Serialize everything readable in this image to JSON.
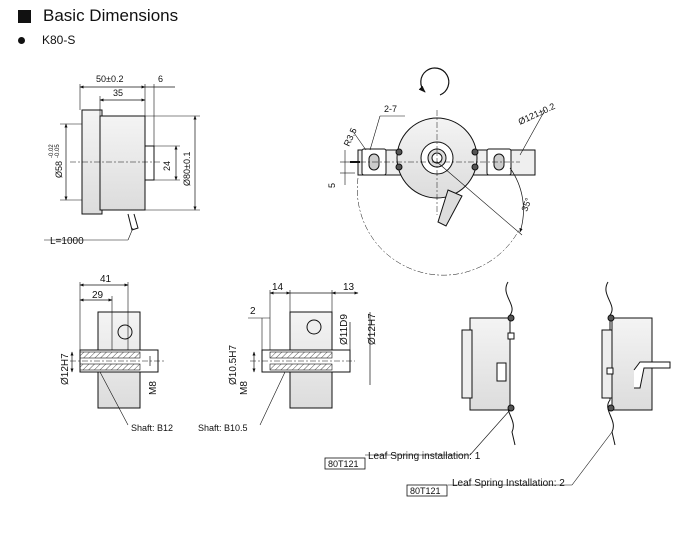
{
  "header": {
    "title": "Basic Dimensions",
    "model": "K80-S"
  },
  "side_view": {
    "dim_total": "50±0.2",
    "dim_flange": "6",
    "dim_body": "35",
    "dim_shaft_dia": "24",
    "dim_outer_dia": "Ø80±0.1",
    "dim_spigot_dia": "Ø58",
    "dim_spigot_tol_top": "-0.02",
    "dim_spigot_tol_bottom": "-0.05",
    "cable_length": "L=1000"
  },
  "front_view": {
    "dim_slot": "2-7",
    "dim_radius": "R3.5",
    "dim_pcd": "Ø121±0.2",
    "dim_offset": "5",
    "dim_angle": "35°"
  },
  "shaft_b12": {
    "dim_overall": "41",
    "dim_inner": "29",
    "dim_bore": "Ø12H7",
    "dim_thread": "M8",
    "label": "Shaft: B12"
  },
  "shaft_b105": {
    "dim_left": "14",
    "dim_right": "13",
    "dim_small": "2",
    "dim_bore": "Ø10.5H7",
    "dim_thread": "M8",
    "dim_hub1": "Ø11D9",
    "dim_hub2": "Ø12H7",
    "label": "Shaft: B10.5"
  },
  "installation": {
    "part_1": "80T121",
    "caption_1": "Leaf Spring installation: 1",
    "part_2": "80T121",
    "caption_2": "Leaf Spring Installation: 2"
  }
}
